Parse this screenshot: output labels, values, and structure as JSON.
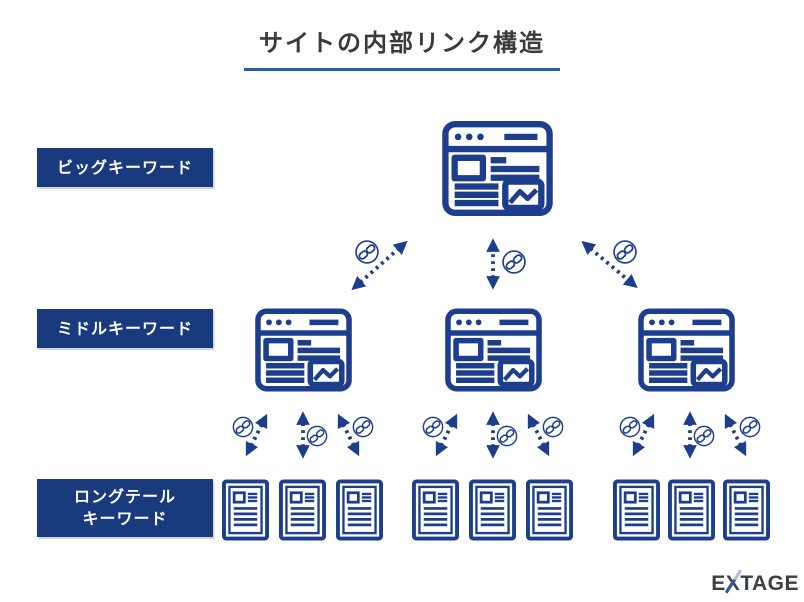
{
  "title": "サイトの内部リンク構造",
  "levels": {
    "big": {
      "label": "ビッグキーワード"
    },
    "middle": {
      "label": "ミドルキーワード"
    },
    "longtail": {
      "label_line1": "ロングテール",
      "label_line2": "キーワード"
    }
  },
  "structure": {
    "top_pages": 1,
    "middle_pages": 3,
    "longtail_pages": 9
  },
  "icons": {
    "page": "browser-window-icon",
    "article": "document-page-icon",
    "link": "chain-link-icon",
    "arrow": "dotted-double-headed-arrow"
  },
  "colors": {
    "navy_label": "#1A3A7E",
    "icon_blue": "#1C3E8C",
    "underline_blue": "#2B5CAC",
    "title_text": "#3A3A3A",
    "logo_text": "#3B4045",
    "logo_accent": "#2F59A5"
  },
  "logo": {
    "part1": "E",
    "part2": "X",
    "part3": "TAGE"
  }
}
